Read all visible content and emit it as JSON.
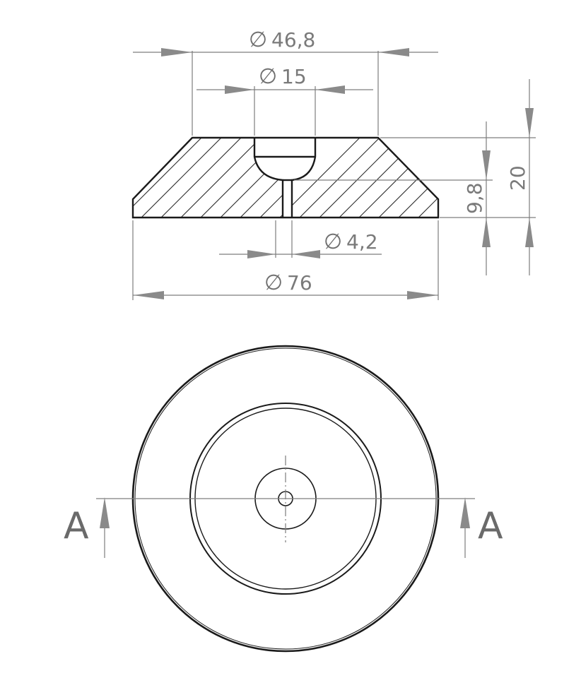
{
  "section_view": {
    "dimensions": {
      "outer_top_diameter": "46,8",
      "bore_diameter": "15",
      "hole_diameter": "4,2",
      "base_diameter": "76",
      "total_height": "20",
      "bore_depth": "9,8"
    },
    "diameter_symbol": "∅"
  },
  "top_view": {
    "section_marker_left": "A",
    "section_marker_right": "A"
  }
}
